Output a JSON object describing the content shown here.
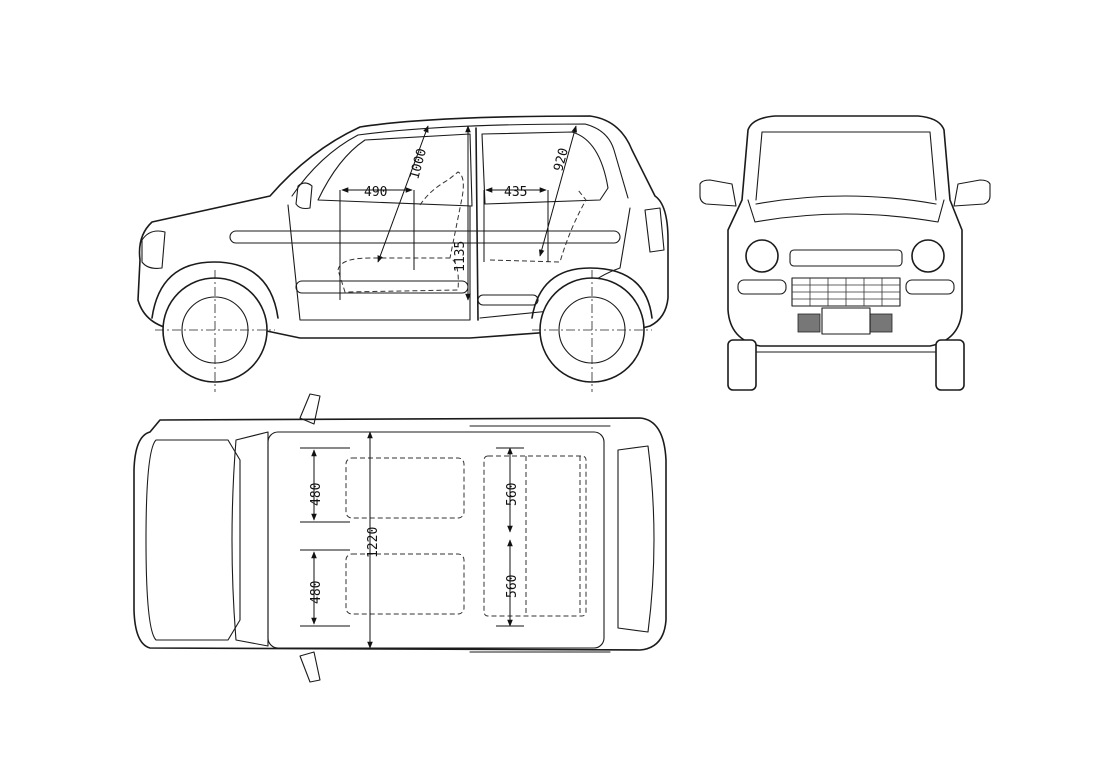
{
  "dimensions": {
    "front_legroom_length": "490",
    "front_headroom": "1000",
    "rear_legroom_length": "435",
    "rear_headroom": "920",
    "interior_height": "1135",
    "front_seat_width_left": "480",
    "front_seat_width_right": "480",
    "interior_width": "1220",
    "rear_seat_width_left": "560",
    "rear_seat_width_right": "560"
  }
}
